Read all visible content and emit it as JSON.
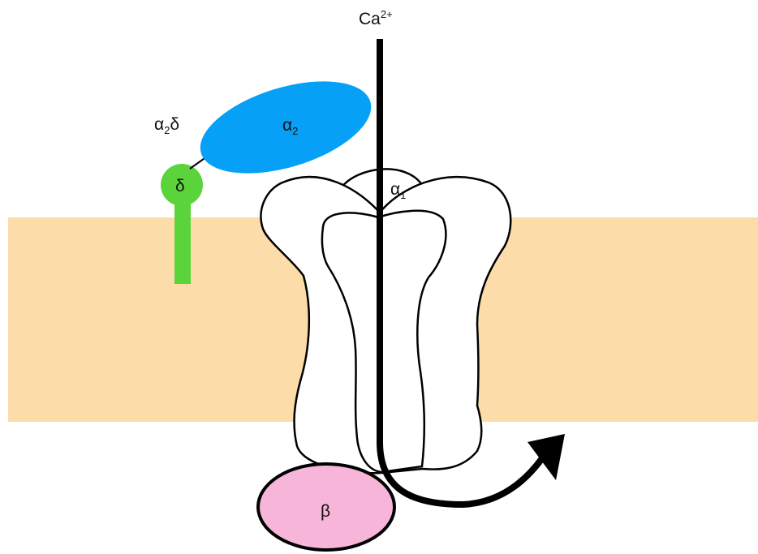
{
  "diagram": {
    "ion": {
      "base": "Ca",
      "charge": "2+"
    },
    "subunits": {
      "a2delta": {
        "base": "α",
        "sub": "2",
        "suffix": "δ"
      },
      "a2": {
        "base": "α",
        "sub": "2"
      },
      "delta": {
        "label": "δ"
      },
      "a1": {
        "base": "α",
        "sub": "1"
      },
      "beta": {
        "label": "β"
      }
    }
  },
  "colors": {
    "membrane": "#fcdca8",
    "alpha2": "#06a0f6",
    "delta": "#5bd33a",
    "beta": "#f7b6d9",
    "outline": "#000000",
    "channel_fill": "#ffffff"
  }
}
